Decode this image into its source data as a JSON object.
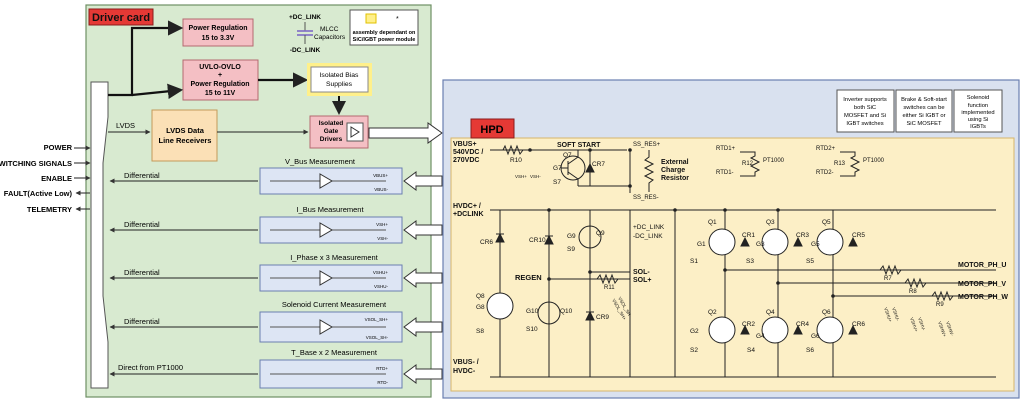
{
  "external_signals": [
    "POWER",
    "SWITCHING SIGNALS",
    "ENABLE",
    "FAULT(Active Low)",
    "TELEMETRY"
  ],
  "driver_card": {
    "title": "Driver card",
    "power_reg_33": [
      "Power Regulation",
      "15 to 3.3V"
    ],
    "uvlo_box": [
      "UVLO-OVLO",
      "+",
      "Power Regulation",
      "15 to 11V"
    ],
    "isolated_bias": [
      "Isolated Bias",
      "Supplies"
    ],
    "lvds_rx": [
      "LVDS Data",
      "Line Receivers"
    ],
    "gate_drivers": [
      "Isolated",
      "Gate",
      "Drivers"
    ],
    "lvds_label": "LVDS",
    "dc_link_plus": "+DC_LINK",
    "dc_link_minus": "-DC_LINK",
    "mlcc": [
      "MLCC",
      "Capacitors"
    ],
    "legend_text": [
      "assembly dependant on",
      "SiC/IGBT power module"
    ],
    "legend_star": "*",
    "measurements": [
      {
        "title": "V_Bus Measurement",
        "link": "Differential",
        "pins": [
          "VBUS+",
          "VBUS-"
        ]
      },
      {
        "title": "I_Bus Measurement",
        "link": "Differential",
        "pins": [
          "VSH+",
          "VSH-"
        ]
      },
      {
        "title": "I_Phase x 3 Measurement",
        "link": "Differential",
        "pins": [
          "VSHU+",
          "VSHU-"
        ]
      },
      {
        "title": "Solenoid Current Measurement",
        "link": "Differential",
        "pins": [
          "VSOL_SH+",
          "VSOL_SH-"
        ]
      },
      {
        "title": "T_Base x 2 Measurement",
        "link": "Direct from PT1000",
        "pins": [
          "RTD+",
          "RTD-"
        ]
      }
    ]
  },
  "hpd": {
    "title": "HPD",
    "notes": [
      [
        "Inverter supports",
        "both SiC",
        "MOSFET and Si",
        "IGBT switches"
      ],
      [
        "Brake & Soft-start",
        "switches can be",
        "either Si IGBT or",
        "SiC MOSFET"
      ],
      [
        "Solenoid",
        "function",
        "implemented",
        "using Si",
        "IGBTs"
      ]
    ],
    "vbus_plus": [
      "VBUS+",
      "540VDC /",
      "270VDC"
    ],
    "soft_start": "SOFT START",
    "ss_res_plus": "SS_RES+",
    "ss_res_minus": "SS_RES-",
    "ext_charge": [
      "External",
      "Charge",
      "Resistor"
    ],
    "r10": "R10",
    "vsh_ss": [
      "VSH+",
      "VSH-"
    ],
    "g7": "G7",
    "q7": "Q7",
    "cr7": "CR7",
    "s7": "S7",
    "rtd1": [
      "RTD1+",
      "RTD1-"
    ],
    "r12": "R12",
    "pt1000_1": "PT1000",
    "rtd2": [
      "RTD2+",
      "RTD2-"
    ],
    "r13": "R13",
    "pt1000_2": "PT1000",
    "hvdc_plus": [
      "HVDC+ /",
      "+DCLINK"
    ],
    "dc_link_plus": "+DC_LINK",
    "dc_link_minus": "-DC_LINK",
    "cr6": "CR6",
    "cr10": "CR10",
    "g9": "G9",
    "q9": "Q9",
    "s9": "S9",
    "regen": "REGEN",
    "g8": "G8",
    "q8": "Q8",
    "s8": "S8",
    "sol_minus": "SOL-",
    "sol_plus": "SOL+",
    "r11": "R11",
    "vsol_sh": [
      "VSOL_SH+",
      "VSOL_SH-"
    ],
    "g10": "G10",
    "q10": "Q10",
    "s10": "S10",
    "cr9": "CR9",
    "vbus_minus": [
      "VBUS- /",
      "HVDC-"
    ],
    "switches": [
      {
        "q": "Q1",
        "g": "G1",
        "s": "S1",
        "cr": "CR1"
      },
      {
        "q": "Q3",
        "g": "G3",
        "s": "S3",
        "cr": "CR3"
      },
      {
        "q": "Q5",
        "g": "G5",
        "s": "S5",
        "cr": "CR5"
      },
      {
        "q": "Q2",
        "g": "G2",
        "s": "S2",
        "cr": "CR2"
      },
      {
        "q": "Q4",
        "g": "G4",
        "s": "S4",
        "cr": "CR4"
      },
      {
        "q": "Q6",
        "g": "G6",
        "s": "S6",
        "cr": "CR6"
      }
    ],
    "phases": [
      "MOTOR_PH_U",
      "MOTOR_PH_V",
      "MOTOR_PH_W"
    ],
    "shunts": [
      "R7",
      "R8",
      "R9"
    ],
    "shunt_labels": [
      [
        "VSHU+",
        "VSHU-"
      ],
      [
        "VSHV+",
        "VSHV-"
      ],
      [
        "VSHW+",
        "VSHW-"
      ]
    ]
  },
  "colors": {
    "driver_bg": "#d8ead0",
    "pink_box": "#f4bfc4",
    "orange_box": "#fbe0b6",
    "hpd_outer": "#d9e1ef",
    "hpd_inner": "#fcefc6",
    "meas_box": "#dde5f4",
    "title_red": "#e53935",
    "yellow": "#fff08a"
  }
}
